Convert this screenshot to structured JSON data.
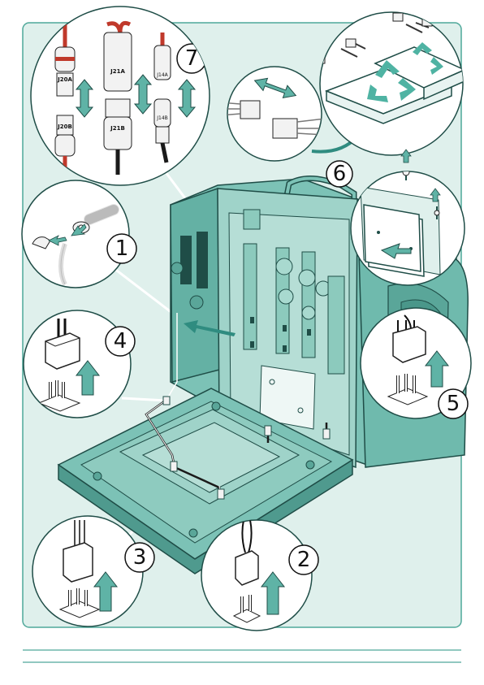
{
  "steps": {
    "s1": "1",
    "s2": "2",
    "s3": "3",
    "s4": "4",
    "s5": "5",
    "s6": "6",
    "s7": "7"
  },
  "connectors": {
    "j20a": "J20A",
    "j20b": "J20B",
    "j21a": "J21A",
    "j21b": "J21B",
    "j14a": "J14A",
    "j14b": "J14B"
  },
  "colors": {
    "frame": "#4fa89a",
    "panel_bg": "#dff0ec",
    "machine_teal": "#5fb3a6",
    "machine_dark": "#2f6f66",
    "accent_red": "#c0392b",
    "recycle": "#4fb3a3"
  },
  "icons": [
    "recycle-icon",
    "arrow-up-icon",
    "double-arrow-icon"
  ]
}
